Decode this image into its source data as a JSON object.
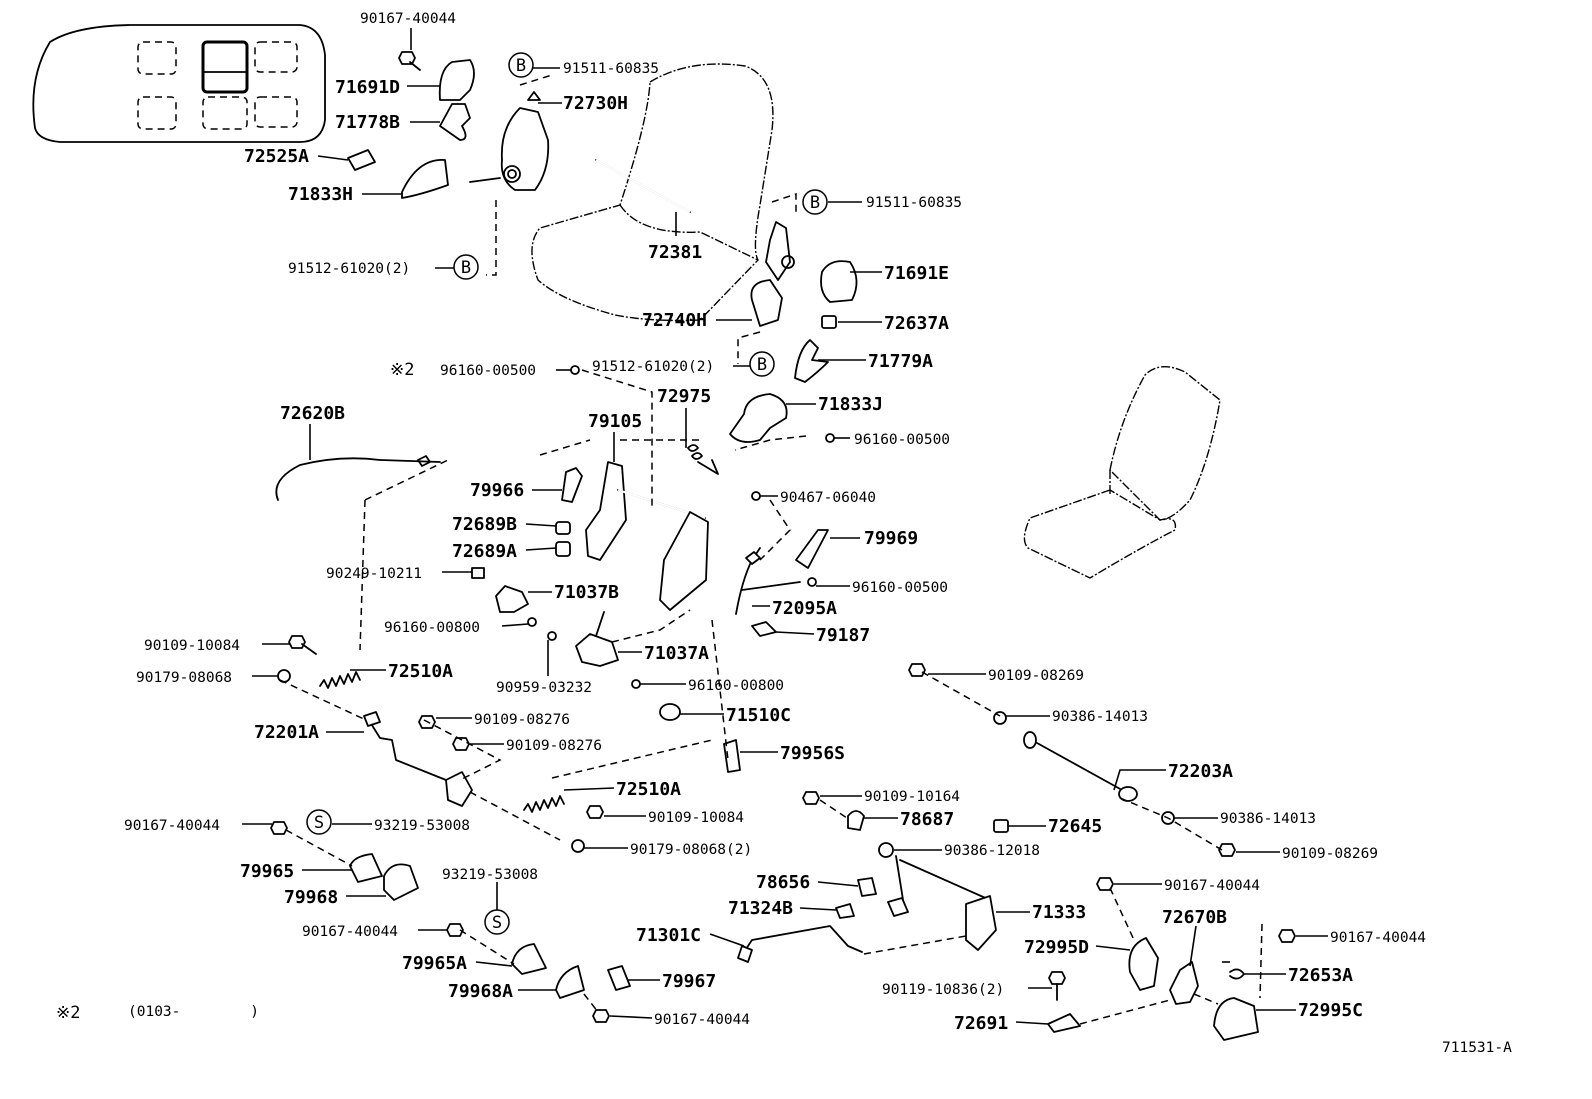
{
  "diagram_id": "711531-A",
  "note_symbol": "※2",
  "note_range": "(0103-        )",
  "callout_markers": [
    "B",
    "S"
  ],
  "labels": {
    "l01": "90167-40044",
    "l02": "91511-60835",
    "l03": "71691D",
    "l04": "72730H",
    "l05": "71778B",
    "l06": "72525A",
    "l07": "71833H",
    "l08": "91511-60835",
    "l09": "72381",
    "l10": "91512-61020(2)",
    "l11": "71691E",
    "l12": "72740H",
    "l13": "72637A",
    "l14": "96160-00500",
    "l15": "91512-61020(2)",
    "l16": "71779A",
    "l17": "72975",
    "l18": "71833J",
    "l19": "72620B",
    "l20": "79105",
    "l21": "96160-00500",
    "l22": "79966",
    "l23": "90467-06040",
    "l24": "72689B",
    "l25": "79969",
    "l26": "72689A",
    "l27": "90249-10211",
    "l28": "96160-00500",
    "l29": "71037B",
    "l30": "72095A",
    "l31": "96160-00800",
    "l32": "79187",
    "l33": "90109-10084",
    "l34": "71037A",
    "l35": "90179-08068",
    "l36": "72510A",
    "l37": "90959-03232",
    "l38": "96160-00800",
    "l39": "90109-08269",
    "l40": "71510C",
    "l41": "90109-08276",
    "l42": "90386-14013",
    "l43": "72201A",
    "l44": "90109-08276",
    "l45": "79956S",
    "l46": "72203A",
    "l47": "72510A",
    "l48": "90109-10164",
    "l49": "90109-10084",
    "l50": "90167-40044",
    "l51": "93219-53008",
    "l52": "78687",
    "l53": "72645",
    "l54": "90386-14013",
    "l55": "90179-08068(2)",
    "l56": "90386-12018",
    "l57": "90109-08269",
    "l58": "79965",
    "l59": "93219-53008",
    "l60": "78656",
    "l61": "90167-40044",
    "l62": "79968",
    "l63": "71324B",
    "l64": "71333",
    "l65": "72670B",
    "l66": "90167-40044",
    "l67": "71301C",
    "l68": "72995D",
    "l69": "90167-40044",
    "l70": "79965A",
    "l71": "79967",
    "l72": "72653A",
    "l73": "79968A",
    "l74": "90119-10836(2)",
    "l75": "72995C",
    "l76": "90167-40044",
    "l77": "72691"
  }
}
